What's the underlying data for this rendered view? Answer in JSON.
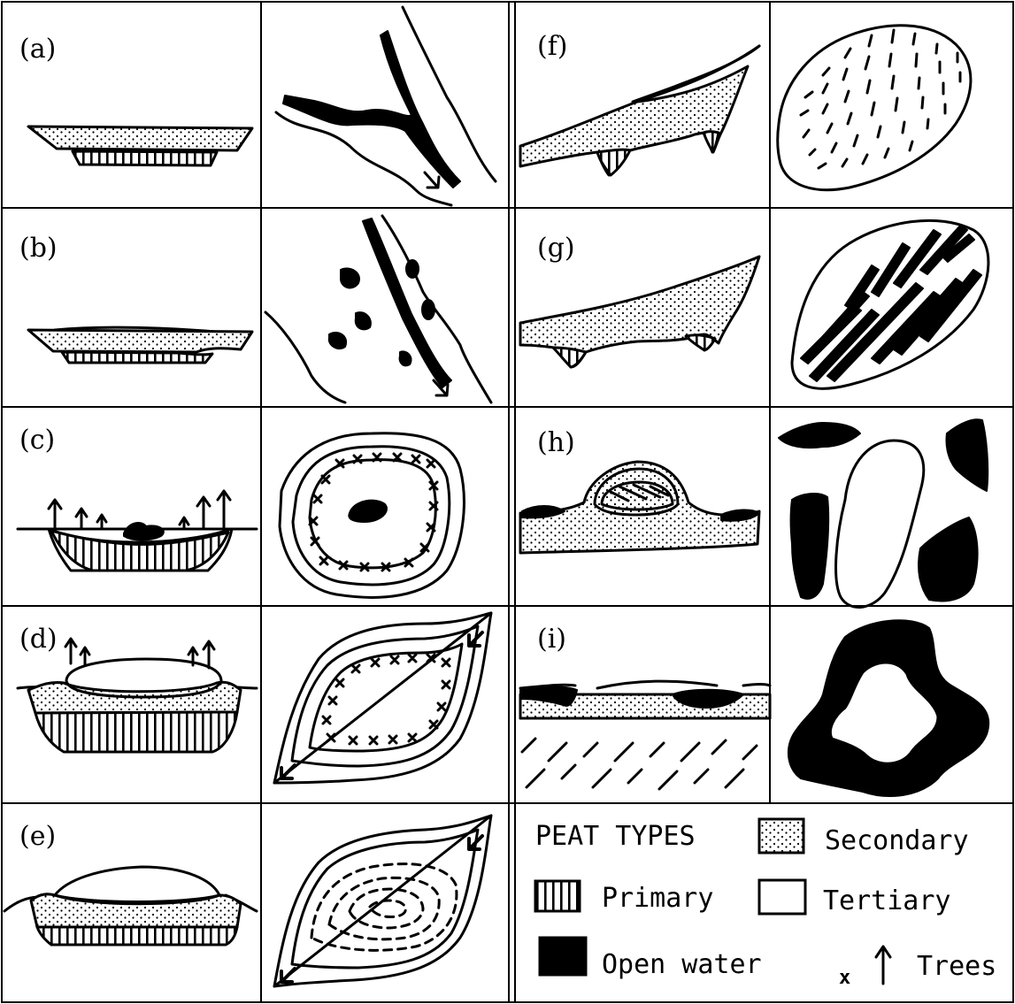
{
  "panels": {
    "a": "(a)",
    "b": "(b)",
    "c": "(c)",
    "d": "(d)",
    "e": "(e)",
    "f": "(f)",
    "g": "(g)",
    "h": "(h)",
    "i": "(i)"
  },
  "legend": {
    "title": "PEAT TYPES",
    "secondary": "Secondary",
    "primary": "Primary",
    "tertiary": "Tertiary",
    "open_water": "Open water",
    "trees": "Trees",
    "tree_cross_symbol": "x"
  },
  "colors": {
    "ink": "#000000",
    "paper": "#ffffff"
  }
}
